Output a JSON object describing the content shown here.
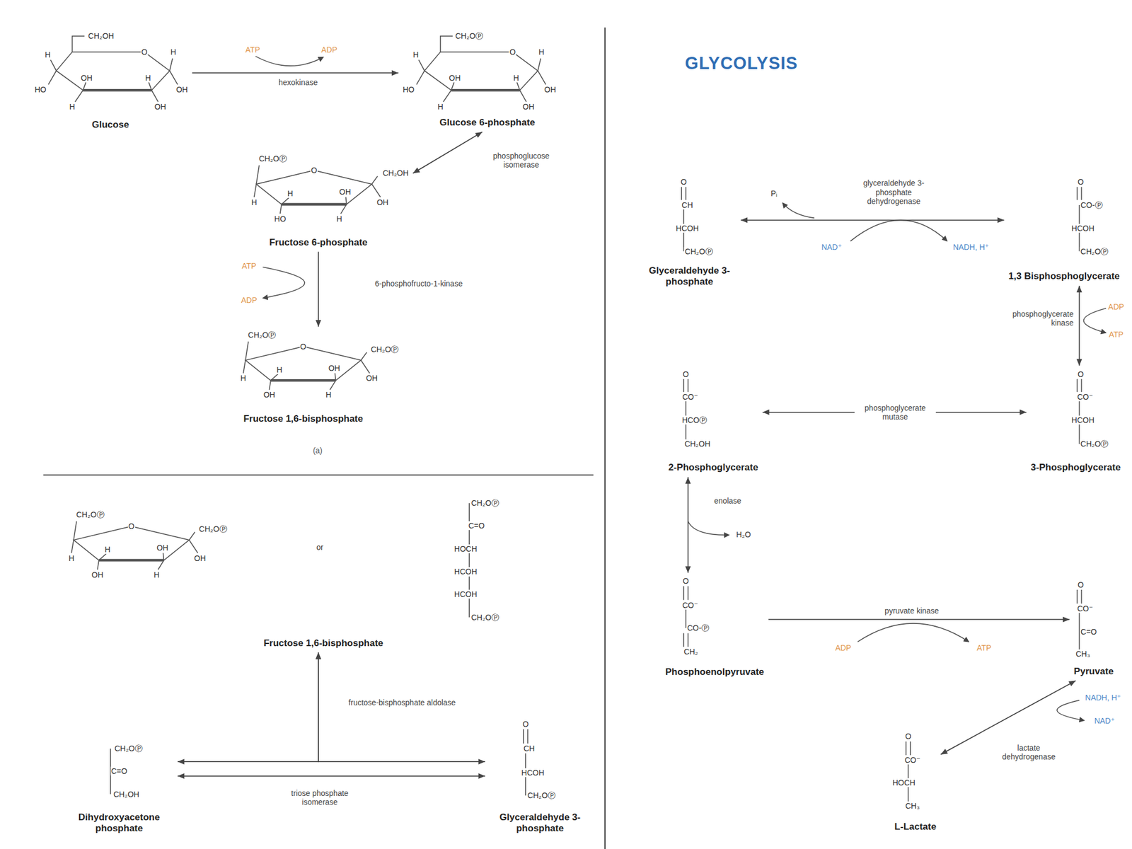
{
  "diagram": {
    "title": "GLYCOLYSIS",
    "nodes": [
      {
        "text": [
          "CH₂OH",
          "H",
          "O",
          "H",
          "HO",
          "OH",
          "H",
          "OH",
          "H",
          "OH",
          "Glucose"
        ]
      },
      {
        "text": [
          "CH₂OⓅ",
          "H",
          "O",
          "H",
          "HO",
          "OH",
          "H",
          "OH",
          "H",
          "OH",
          "Glucose 6-phosphate"
        ]
      },
      {
        "text": [
          "CH₂OⓅ",
          "O",
          "CH₂OH",
          "H",
          "H",
          "OH",
          "OH",
          "HO",
          "H",
          "Fructose 6-phosphate"
        ]
      },
      {
        "text": [
          "CH₂OⓅ",
          "O",
          "CH₂OⓅ",
          "H",
          "H",
          "OH",
          "OH",
          "OH",
          "H",
          "Fructose 1,6-bisphosphate"
        ]
      },
      {
        "text": [
          "CH₂OⓅ",
          "O",
          "CH₂OⓅ",
          "H",
          "H",
          "OH",
          "OH",
          "OH",
          "H",
          "CH₂OⓅ",
          "C=O",
          "HOCH",
          "HCOH",
          "HCOH",
          "CH₂OⓅ",
          "Fructose 1,6-bisphosphate"
        ]
      },
      {
        "text": [
          "CH₂OⓅ",
          "C=O",
          "CH₂OH",
          "Dihydroxyacetone phosphate"
        ]
      },
      {
        "text": [
          "O",
          "CH",
          "HCOH",
          "CH₂OⓅ",
          "Glyceraldehyde 3-phosphate"
        ]
      },
      {
        "text": [
          "O",
          "CH",
          "HCOH",
          "CH₂OⓅ",
          "Glyceraldehyde 3-phosphate"
        ]
      },
      {
        "text": [
          "O",
          "CO-Ⓟ",
          "HCOH",
          "CH₂OⓅ",
          "1,3 Bisphosphoglycerate"
        ]
      },
      {
        "text": [
          "O",
          "CO⁻",
          "HCOH",
          "CH₂OⓅ",
          "3-Phosphoglycerate"
        ]
      },
      {
        "text": [
          "O",
          "CO⁻",
          "HCOⓅ",
          "CH₂OH",
          "2-Phosphoglycerate"
        ]
      },
      {
        "text": [
          "O",
          "CO⁻",
          "CO-Ⓟ",
          "CH₂",
          "Phosphoenolpyruvate"
        ]
      },
      {
        "text": [
          "O",
          "CO⁻",
          "C=O",
          "CH₃",
          "Pyruvate"
        ]
      },
      {
        "text": [
          "O",
          "CO⁻",
          "HOCH",
          "CH₃",
          "L-Lactate"
        ]
      }
    ],
    "edges": [
      {
        "from": 0,
        "to": 1,
        "arrow": "to",
        "label": "hexokinase"
      },
      {
        "from": 1,
        "to": 2,
        "arrow": "both",
        "label": "phosphoglucose isomerase"
      },
      {
        "from": 2,
        "to": 3,
        "arrow": "to",
        "label": "6-phosphofructo-1-kinase"
      },
      {
        "from": 4,
        "to": 5,
        "arrow": "both",
        "label": "fructose-bisphosphate aldolase"
      },
      {
        "from": 4,
        "to": 6,
        "arrow": "both"
      },
      {
        "from": 5,
        "to": 6,
        "arrow": "both",
        "label": "triose phosphate isomerase"
      },
      {
        "from": 7,
        "to": 8,
        "arrow": "both",
        "label": "glyceraldehyde 3-phosphate dehydrogenase"
      },
      {
        "from": 8,
        "to": 9,
        "arrow": "both",
        "label": "phosphoglycerate kinase"
      },
      {
        "from": 9,
        "to": 10,
        "arrow": "both",
        "label": "phosphoglycerate mutase"
      },
      {
        "from": 10,
        "to": 11,
        "arrow": "both",
        "label": "enolase"
      },
      {
        "from": 11,
        "to": 12,
        "arrow": "to",
        "label": "pyruvate kinase"
      },
      {
        "from": 12,
        "to": 13,
        "arrow": "both",
        "label": "lactate dehydrogenase"
      }
    ],
    "labels": [
      "(a)",
      "ATP",
      "ADP",
      "ATP",
      "ADP",
      "or",
      "Pᵢ",
      "NAD⁺",
      "NADH, H⁺",
      "ADP",
      "ATP",
      "H₂O",
      "ADP",
      "ATP",
      "NADH, H⁺",
      "NAD⁺"
    ]
  }
}
